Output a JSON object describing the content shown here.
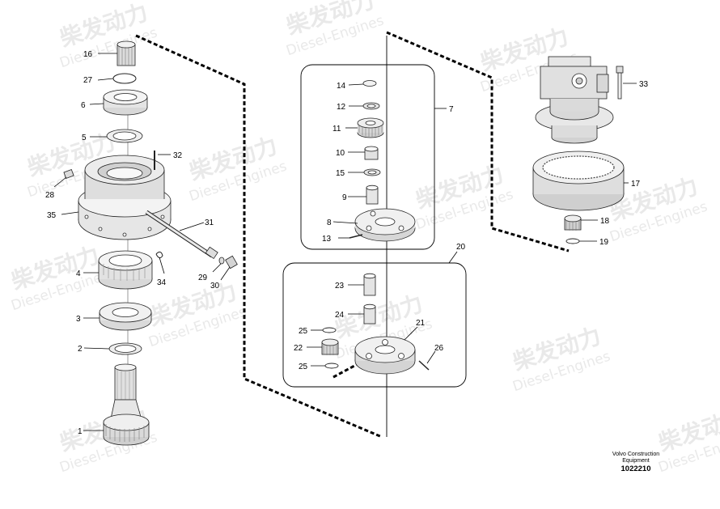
{
  "watermark": {
    "line1": "柴发动力",
    "line2": "Diesel-Engines"
  },
  "callouts": {
    "n1": "1",
    "n2": "2",
    "n3": "3",
    "n4": "4",
    "n5": "5",
    "n6": "6",
    "n7": "7",
    "n8": "8",
    "n9": "9",
    "n10": "10",
    "n11": "11",
    "n12": "12",
    "n13": "13",
    "n14": "14",
    "n15": "15",
    "n16": "16",
    "n17": "17",
    "n18": "18",
    "n19": "19",
    "n20": "20",
    "n21": "21",
    "n22": "22",
    "n23": "23",
    "n24": "24",
    "n25": "25",
    "n26": "26",
    "n27": "27",
    "n28": "28",
    "n29": "29",
    "n30": "30",
    "n31": "31",
    "n32": "32",
    "n33": "33",
    "n34": "34",
    "n35": "35"
  },
  "caption": {
    "company_line1": "Volvo Construction",
    "company_line2": "Equipment",
    "drawing_number": "1022210"
  }
}
